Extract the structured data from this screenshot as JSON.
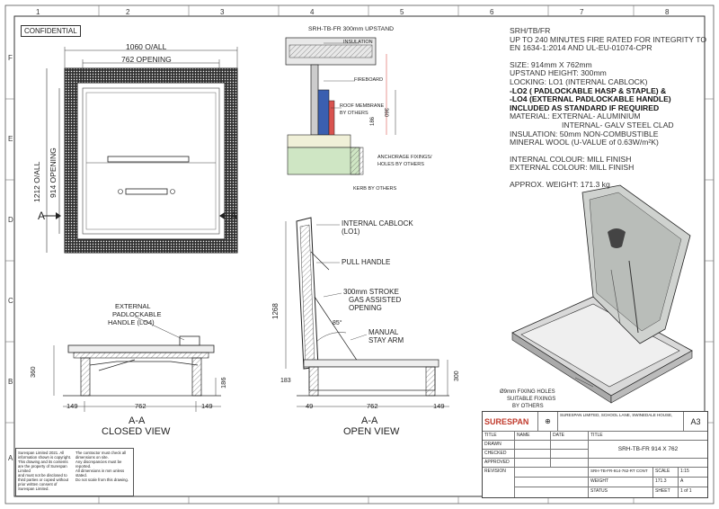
{
  "confidential": "CONFIDENTIAL",
  "grid": {
    "top": [
      "1",
      "2",
      "3",
      "4",
      "5",
      "6",
      "7",
      "8"
    ],
    "side": [
      "A",
      "B",
      "C",
      "D",
      "E",
      "F"
    ]
  },
  "closed_view": {
    "overall_width": "1060 O/ALL",
    "opening_width": "762 OPENING",
    "overall_length": "1212 O/ALL",
    "opening_length": "914 OPENING",
    "section_marker": "A",
    "title_line1": "A-A",
    "title_line2": "CLOSED VIEW",
    "handle_note": [
      "EXTERNAL",
      "PADLOCKABLE",
      "HANDLE (LO4)"
    ],
    "dim_height": "360",
    "dim_186": "186",
    "dim_149_left": "149",
    "dim_762": "762",
    "dim_149_right": "149"
  },
  "upstand_detail": {
    "title": "SRH-TB-FR 300mm UPSTAND",
    "insulation": "INSULATION",
    "fireboard": "FIREBOARD",
    "roof_membrane": [
      "ROOF MEMBRANE",
      "BY OTHERS"
    ],
    "anchorage": [
      "ANCHORAGE FIXINGS/",
      "HOLES BY OTHERS"
    ],
    "kerb": "KERB BY OTHERS",
    "dim_360": "360",
    "dim_186": "186"
  },
  "open_view": {
    "cablock": [
      "INTERNAL CABLOCK",
      "(LO1)"
    ],
    "pull_handle": "PULL HANDLE",
    "gas": [
      "300mm STROKE",
      "GAS ASSISTED",
      "OPENING"
    ],
    "angle": "85°",
    "stay_arm": [
      "MANUAL",
      "STAY ARM"
    ],
    "dim_1268": "1268",
    "dim_183": "183",
    "dim_300": "300",
    "dim_49": "49",
    "dim_762": "762",
    "dim_149": "149",
    "title_line1": "A-A",
    "title_line2": "OPEN VIEW"
  },
  "spec": {
    "line1": "SRH/TB/FR",
    "line2": "UP TO 240 MINUTES FIRE RATED FOR INTEGRITY TO",
    "line3": "EN 1634-1:2014 AND UL-EU-01074-CPR",
    "size": "SIZE: 914mm X 762mm",
    "upstand": "UPSTAND HEIGHT: 300mm",
    "locking": "LOCKING: LO1 (INTERNAL CABLOCK)",
    "lo2": "-LO2 ( PADLOCKABLE HASP & STAPLE) &",
    "lo4": "-LO4 (EXTERNAL PADLOCKABLE HANDLE)",
    "included": "INCLUDED AS STANDARD IF REQUIRED",
    "material1": "MATERIAL: EXTERNAL- ALUMINIUM",
    "material2": "INTERNAL- GALV STEEL CLAD",
    "insulation1": "INSULATION: 50mm NON-COMBUSTIBLE",
    "insulation2": "MINERAL WOOL (U-VALUE of 0.63W/m²K)",
    "colour_int": "INTERNAL COLOUR: MILL FINISH",
    "colour_ext": "EXTERNAL COLOUR: MILL FINISH",
    "weight": "APPROX. WEIGHT: 171.3 kg"
  },
  "iso_note": [
    "Ø9mm FIXING HOLES",
    "SUITABLE FIXINGS",
    "BY OTHERS"
  ],
  "title_block": {
    "logo": "SURESPAN",
    "sheet_size": "A3",
    "drawing_title": "SRH-TB-FR 914 X 762",
    "address": "SURESPAN LIMITED, SCHOOL LANE, SWINEDALE HOUSE,",
    "labels": {
      "title": "TITLE",
      "name": "NAME",
      "date": "DATE",
      "drawn": "DRAWN",
      "checked": "CHECKED",
      "approved": "APPROVED",
      "revision": "REVISION",
      "scale": "SCALE",
      "weight": "WEIGHT",
      "status": "STATUS",
      "sheet": "SHEET",
      "sheet_of": "1 of 1"
    },
    "drawing_no": "SRH-TB-FR-914-762-RT CONT",
    "scale_value": "1:15",
    "revision_value": "A",
    "weight_value": "171.3"
  },
  "notes": [
    "Surespan Limited 2021. All information shown is copyright.",
    "This drawing and its contents are the property of Surespan Limited",
    "and must not be disclosed to third parties or copied without",
    "prior written consent of Surespan Limited.",
    "The contractor must check all dimensions on site.",
    "Any discrepancies must be reported.",
    "All dimensions in mm unless stated.",
    "Do not scale from this drawing."
  ]
}
